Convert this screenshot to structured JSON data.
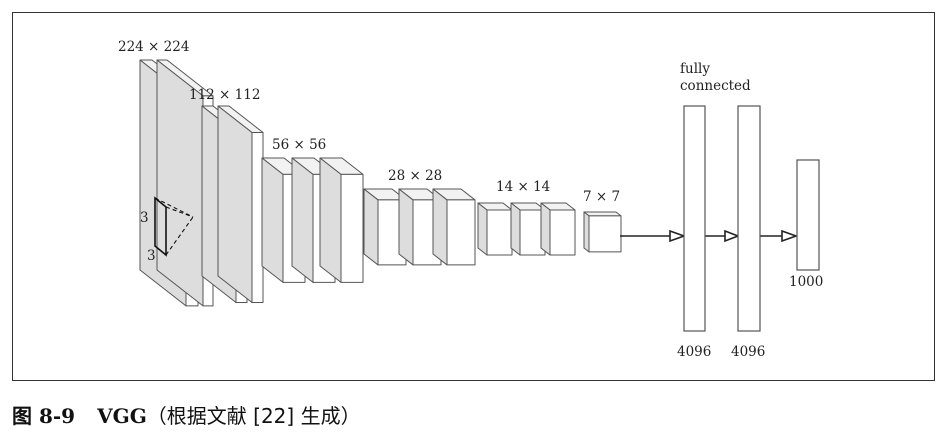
{
  "labels": {
    "block1": "224 × 224",
    "block2": "112 × 112",
    "block3": "56 × 56",
    "block4": "28 × 28",
    "block5": "14 × 14",
    "block6": "7 × 7",
    "fc_title_1": "fully",
    "fc_title_2": "connected",
    "fc1": "4096",
    "fc2": "4096",
    "output": "1000",
    "kernel_w": "3",
    "kernel_h": "3"
  },
  "caption": {
    "figure_number": "图 8-9",
    "title": "VGG",
    "note": "（根据文献 [22] 生成）"
  },
  "colors": {
    "front": "#ffffff",
    "side": "#dddddd",
    "top": "#f2f2f2",
    "stroke": "#555555"
  }
}
